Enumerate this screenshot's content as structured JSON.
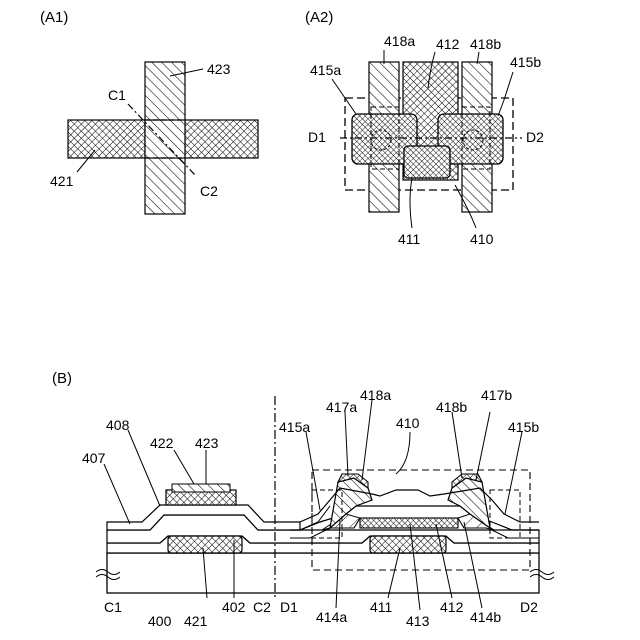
{
  "panel_a1": {
    "title": "(A1)",
    "labels": {
      "vertical_layer": "423",
      "horizontal_layer": "421",
      "cut_start": "C1",
      "cut_end": "C2"
    }
  },
  "panel_a2": {
    "title": "(A2)",
    "labels": {
      "electrode_left": "418a",
      "semiconductor": "412",
      "electrode_right": "418b",
      "contact_left": "415a",
      "contact_right": "415b",
      "cut_start": "D1",
      "cut_end": "D2",
      "gate": "411",
      "transistor": "410"
    }
  },
  "panel_b": {
    "title": "(B)",
    "labels": {
      "l408": "408",
      "l422": "422",
      "l423": "423",
      "l407": "407",
      "l415a": "415a",
      "l417a": "417a",
      "l418a": "418a",
      "l410": "410",
      "l418b": "418b",
      "l417b": "417b",
      "l415b": "415b",
      "c1": "C1",
      "l400": "400",
      "l421": "421",
      "l402": "402",
      "c2": "C2",
      "d1": "D1",
      "l414a": "414a",
      "l411": "411",
      "l413": "413",
      "l412": "412",
      "l414b": "414b",
      "d2": "D2"
    }
  }
}
